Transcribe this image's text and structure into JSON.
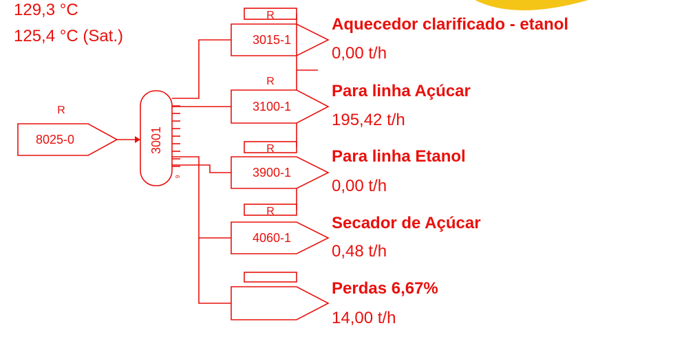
{
  "colors": {
    "line": "#e8100c",
    "accent": "#f4c417"
  },
  "header": {
    "temperature": "129,3 °C",
    "saturation": "125,4 °C (Sat.)"
  },
  "source": {
    "id": "8025-0",
    "tag": "R"
  },
  "header_unit": {
    "id": "3001",
    "small_tag": "9"
  },
  "branches": [
    {
      "valve_id": "3015-1",
      "tag": "R",
      "destination": "Aquecedor clarificado - etanol",
      "flow": "0,00 t/h"
    },
    {
      "valve_id": "3100-1",
      "tag": "R",
      "destination": "Para linha Açúcar",
      "flow": "195,42 t/h"
    },
    {
      "valve_id": "3900-1",
      "tag": "R",
      "destination": "Para linha Etanol",
      "flow": "0,00 t/h"
    },
    {
      "valve_id": "4060-1",
      "tag": "R",
      "destination": "Secador de Açúcar",
      "flow": "0,48 t/h"
    },
    {
      "valve_id": "",
      "tag": "",
      "destination": "Perdas 6,67%",
      "flow": "14,00 t/h"
    }
  ]
}
